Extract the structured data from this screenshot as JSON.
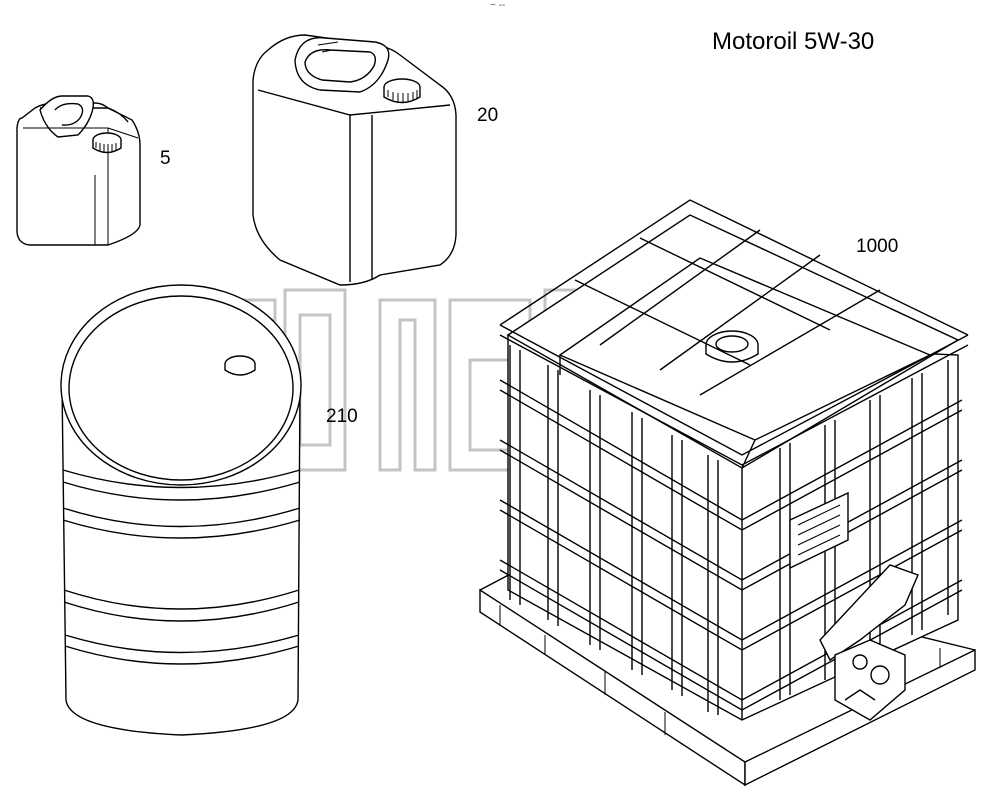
{
  "title": "Motoroil 5W-30",
  "containers": [
    {
      "name": "canister-small",
      "label": "5"
    },
    {
      "name": "canister-large",
      "label": "20"
    },
    {
      "name": "drum",
      "label": "210"
    },
    {
      "name": "ibc-tank",
      "label": "1000"
    }
  ],
  "watermark_trademark": "TM",
  "top_mark": "~ --"
}
